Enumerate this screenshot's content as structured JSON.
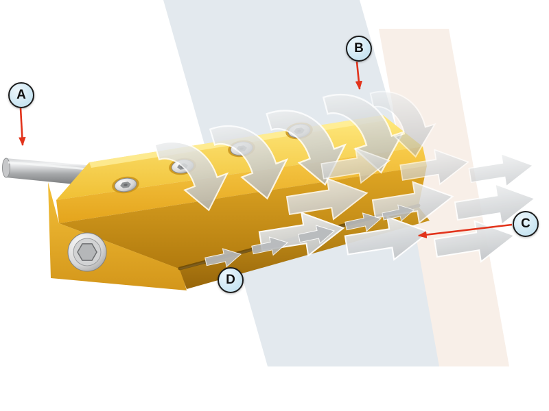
{
  "diagram": {
    "callouts": [
      {
        "letter": "A",
        "target": "air-inlet-tube"
      },
      {
        "letter": "B",
        "target": "entrained-air-flow"
      },
      {
        "letter": "C",
        "target": "amplified-output-airflow"
      },
      {
        "letter": "D",
        "target": "nozzle-slot"
      }
    ],
    "colors": {
      "callout_fill": "#c9e5f2",
      "callout_border": "#1b1b1b",
      "pointer_red": "#e2331b",
      "body_yellow": "#f2c237",
      "body_yellow_dark": "#b17a0e",
      "arrow_gray": "#c6c9cc",
      "band_blue": "#e3e9ee",
      "band_peach": "#f8efe8",
      "metal_gray": "#b5b7b9",
      "background": "#ffffff"
    }
  }
}
